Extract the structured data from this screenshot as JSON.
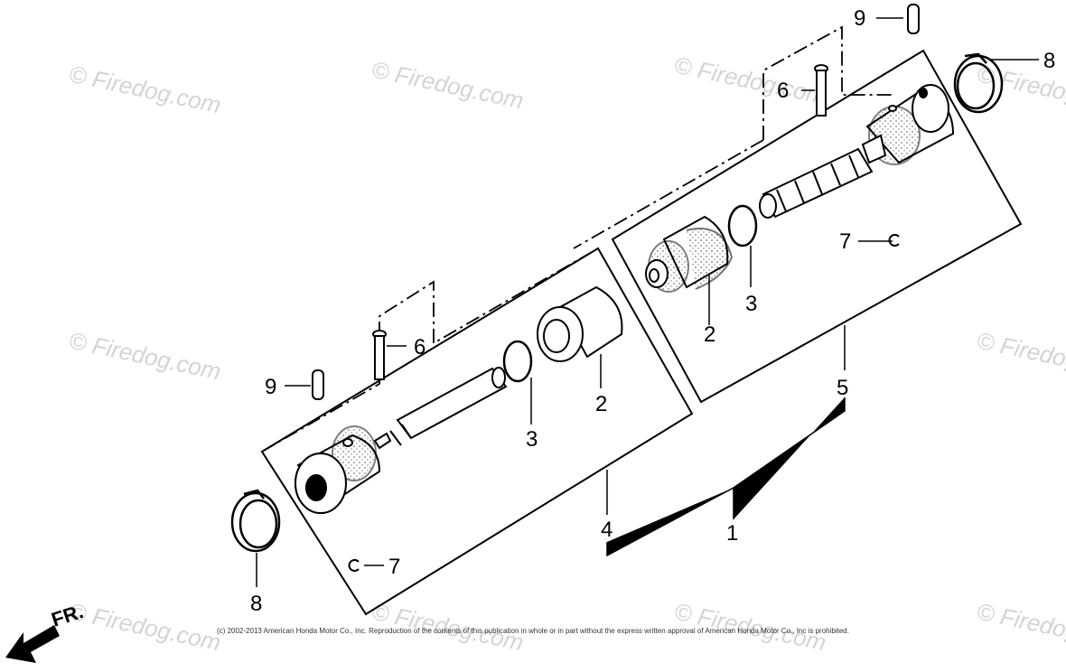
{
  "callouts": {
    "c1": "1",
    "c2a": "2",
    "c2b": "2",
    "c3a": "3",
    "c3b": "3",
    "c4": "4",
    "c5": "5",
    "c6a": "6",
    "c6b": "6",
    "c7a": "7",
    "c7b": "7",
    "c8a": "8",
    "c8b": "8",
    "c9a": "9",
    "c9b": "9"
  },
  "watermark": "© Firedog.com",
  "front_label": "FR.",
  "copyright": "(c) 2002-2013 American Honda Motor Co., Inc. Reproduction of the contents of this publication in whole or in part without the express written approval of American Honda Motor Co., Inc is prohibited."
}
